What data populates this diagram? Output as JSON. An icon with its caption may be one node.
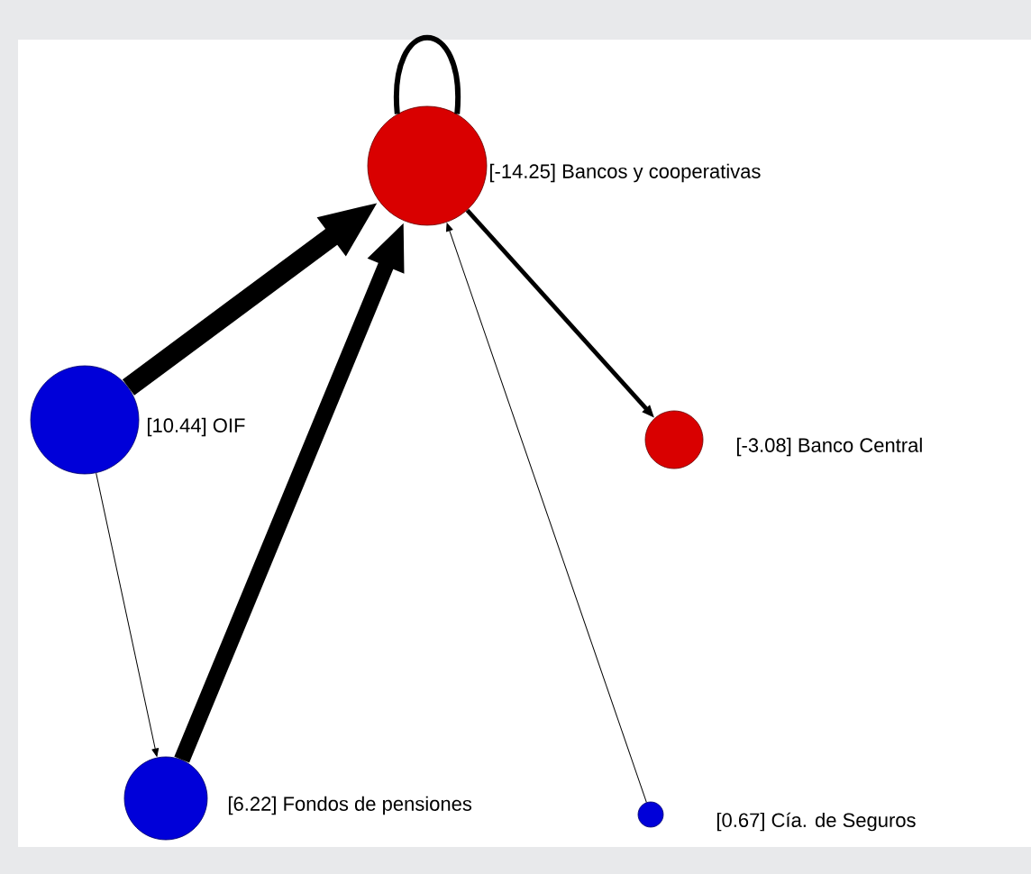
{
  "diagram": {
    "nodes": [
      {
        "text": [],
        "shape": "circle",
        "beside": [
          "[-14.25] Bancos y cooperativas"
        ]
      },
      {
        "text": [],
        "shape": "circle",
        "beside": [
          "[10.44] OIF"
        ]
      },
      {
        "text": [],
        "shape": "circle",
        "beside": [
          "[-3.08] Banco Central"
        ]
      },
      {
        "text": [],
        "shape": "circle",
        "beside": [
          "[6.22] Fondos de pensiones"
        ]
      },
      {
        "text": [],
        "shape": "circle",
        "beside": [
          "[0.67] Cía. de Seguros"
        ]
      }
    ],
    "edges": [
      {
        "from": 0,
        "to": 0,
        "arrow": "none"
      },
      {
        "from": 1,
        "to": 0,
        "arrow": "to",
        "style": "thick"
      },
      {
        "from": 3,
        "to": 0,
        "arrow": "to",
        "style": "thick"
      },
      {
        "from": 0,
        "to": 2,
        "arrow": "to"
      },
      {
        "from": 1,
        "to": 3,
        "arrow": "to"
      },
      {
        "from": 4,
        "to": 0,
        "arrow": "to"
      }
    ]
  }
}
